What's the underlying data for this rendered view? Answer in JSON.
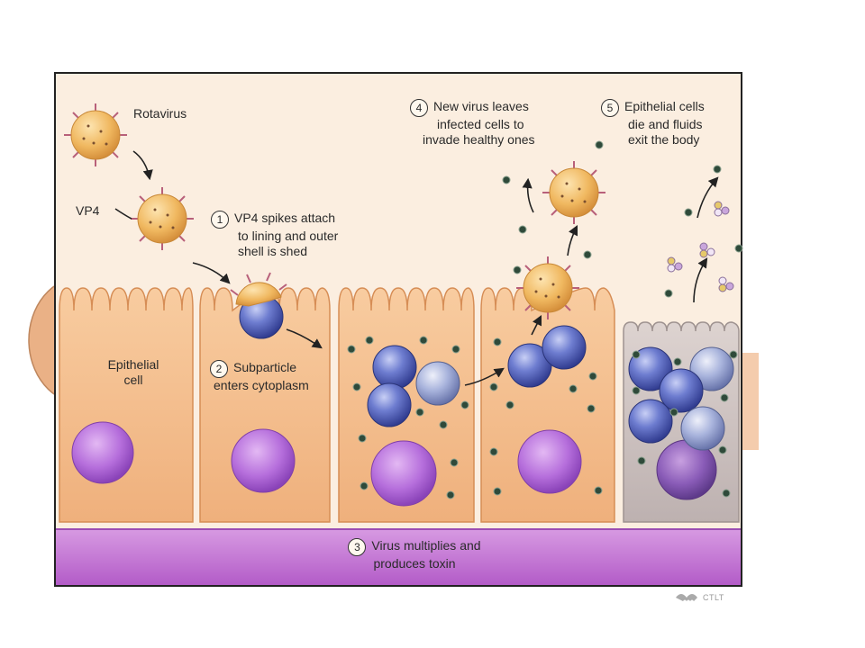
{
  "labels": {
    "rotavirus": "Rotavirus",
    "vp4": "VP4",
    "epithelial_cell": [
      "Epithelial",
      "cell"
    ],
    "step1": {
      "num": "1",
      "lines": [
        "VP4 spikes attach",
        "to lining and outer",
        "shell is shed"
      ]
    },
    "step2": {
      "num": "2",
      "lines": [
        "Subparticle",
        "enters cytoplasm"
      ]
    },
    "step3": {
      "num": "3",
      "lines": [
        "Virus multiplies and",
        "produces toxin"
      ]
    },
    "step4": {
      "num": "4",
      "lines": [
        "New virus leaves",
        "infected cells to",
        "invade healthy ones"
      ]
    },
    "step5": {
      "num": "5",
      "lines": [
        "Epithelial cells",
        "die and fluids",
        "exit the body"
      ]
    }
  },
  "credit": "CTLT",
  "colors": {
    "background_panel": "#fbeee0",
    "cell_fill": "#f2b98a",
    "cell_edge": "#e09a63",
    "dead_cell_fill": "#c9bebc",
    "membrane": "#c77ad3",
    "nucleus": "#a45fce",
    "virus_particle": "#4f5db8",
    "virus_particle_light": "#8e9bcf",
    "rotavirus_shell": "#f2bc6a",
    "toxin_dot": "#2f4a3a"
  }
}
